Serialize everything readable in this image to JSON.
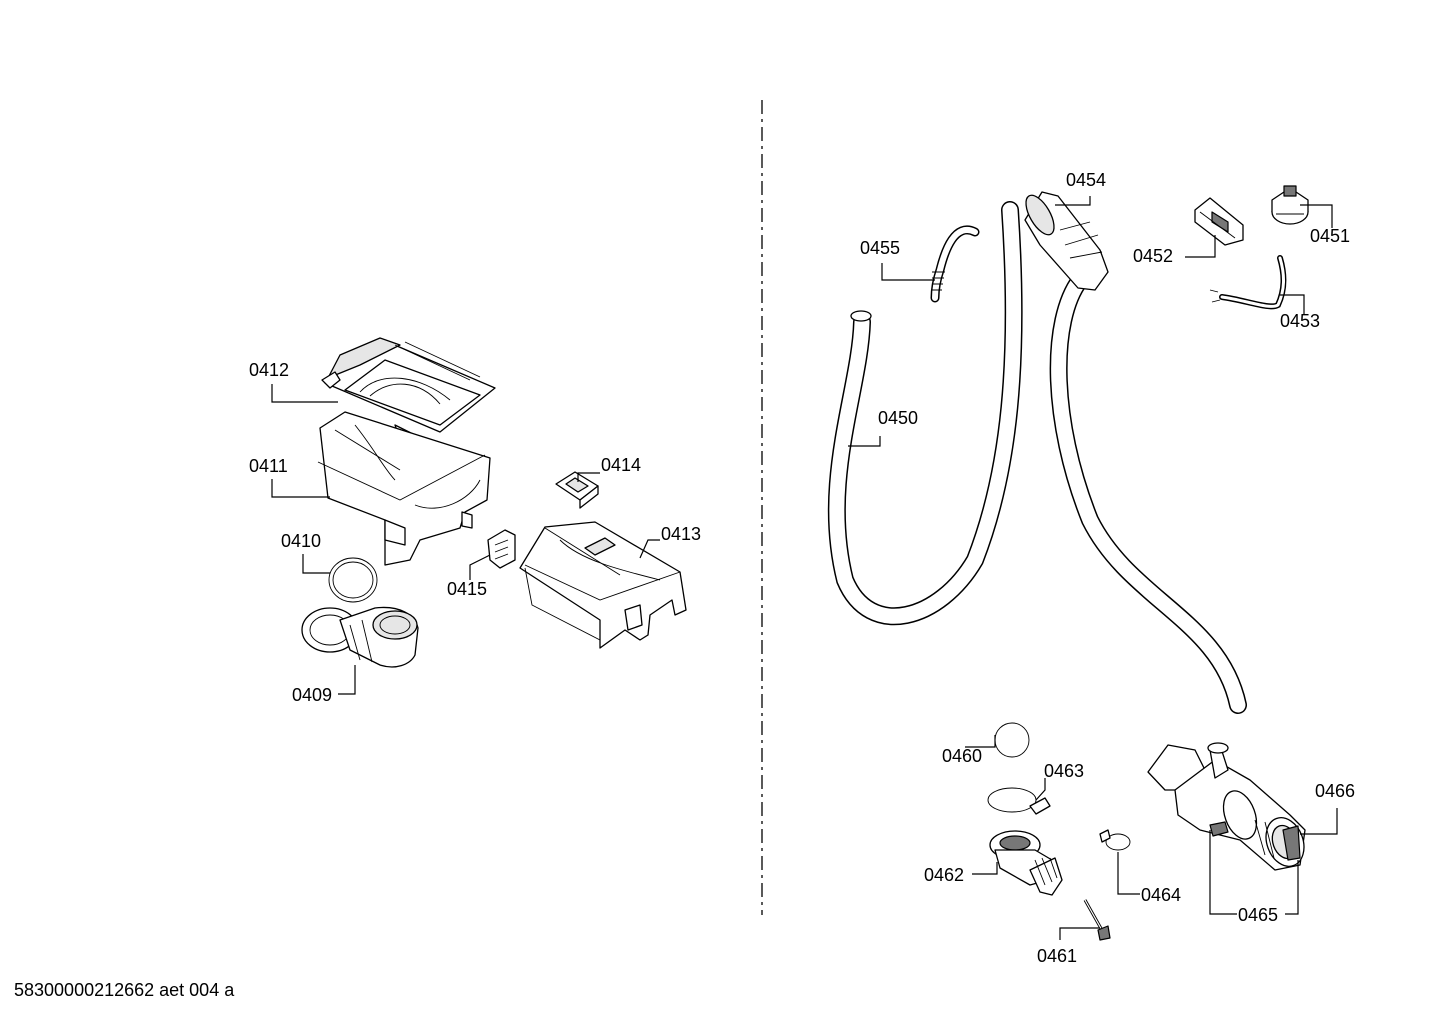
{
  "document_id": "58300000212662 aet 004 a",
  "left_group": {
    "labels": {
      "p0409": "0409",
      "p0410": "0410",
      "p0411": "0411",
      "p0412": "0412",
      "p0413": "0413",
      "p0414": "0414",
      "p0415": "0415"
    }
  },
  "right_group": {
    "labels": {
      "p0450": "0450",
      "p0451": "0451",
      "p0452": "0452",
      "p0453": "0453",
      "p0454": "0454",
      "p0455": "0455",
      "p0460": "0460",
      "p0461": "0461",
      "p0462": "0462",
      "p0463": "0463",
      "p0464": "0464",
      "p0465": "0465",
      "p0466": "0466"
    }
  }
}
